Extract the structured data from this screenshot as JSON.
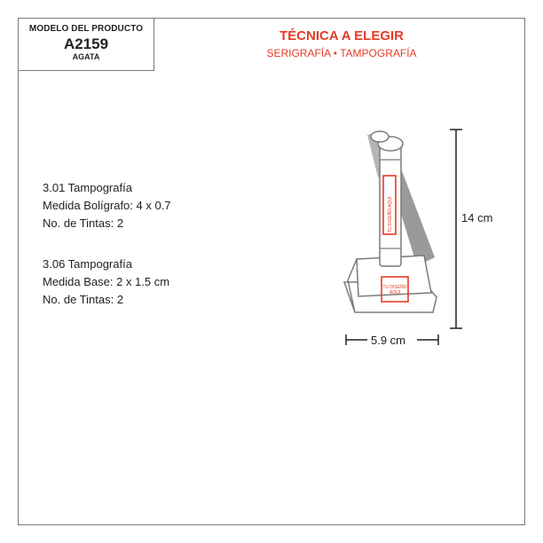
{
  "model": {
    "label": "MODELO DEL PRODUCTO",
    "code": "A2159",
    "name": "AGATA"
  },
  "technique": {
    "title": "TÉCNICA A ELEGIR",
    "subtitle": "SERIGRAFÍA • TAMPOGRAFÍA"
  },
  "specs": [
    {
      "line1": "3.01 Tampografía",
      "line2": "Medida Bolígrafo: 4 x 0.7",
      "line3": "No. de Tintas: 2"
    },
    {
      "line1": "3.06 Tampografía",
      "line2": "Medida Base: 2 x 1.5 cm",
      "line3": "No. de Tintas: 2"
    }
  ],
  "dimensions": {
    "height": "14 cm",
    "width": "5.9 cm"
  },
  "print_areas": {
    "pen": "TU DISEÑO AQUÍ",
    "base_line1": "TU DISEÑO",
    "base_line2": "AQUÍ"
  },
  "colors": {
    "accent": "#e63b24",
    "outline": "#7a7a7a",
    "shadow": "#9a9a9a"
  }
}
